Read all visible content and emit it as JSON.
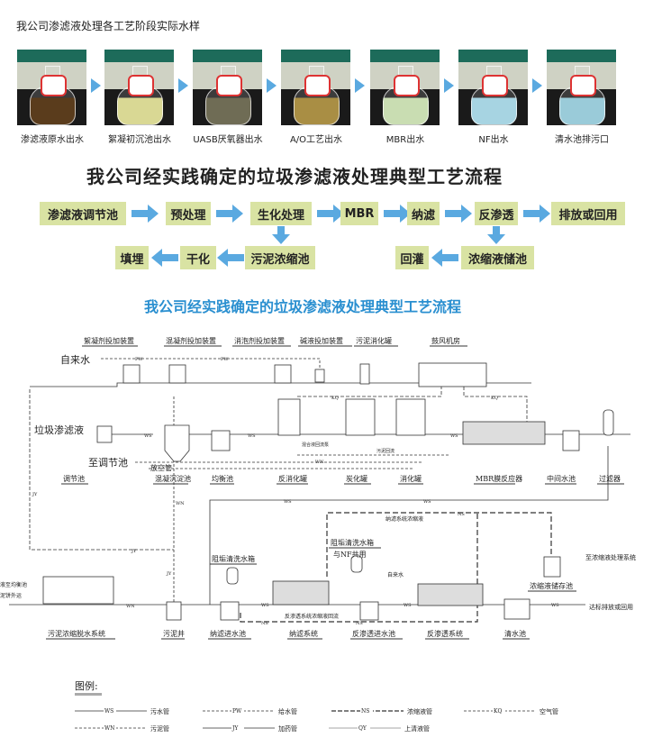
{
  "samples": {
    "title": "我公司渗滤液处理各工艺阶段实际水样",
    "items": [
      {
        "caption": "渗滤液原水出水",
        "liquid": "#5a3c1c"
      },
      {
        "caption": "絮凝初沉池出水",
        "liquid": "#d9d894"
      },
      {
        "caption": "UASB厌氧器出水",
        "liquid": "#6f6c55"
      },
      {
        "caption": "A/O工艺出水",
        "liquid": "#a98e44"
      },
      {
        "caption": "MBR出水",
        "liquid": "#c9ddb2"
      },
      {
        "caption": "NF出水",
        "liquid": "#a7d4e2"
      },
      {
        "caption": "清水池排污口",
        "liquid": "#9acbd9"
      }
    ]
  },
  "flow": {
    "title": "我公司经实践确定的垃圾渗滤液处理典型工艺流程",
    "row1": [
      "渗滤液调节池",
      "预处理",
      "生化处理",
      "MBR",
      "纳滤",
      "反渗透",
      "排放或回用"
    ],
    "row2_left": [
      "填埋",
      "干化",
      "污泥浓缩池"
    ],
    "row2_right": [
      "回灌",
      "浓缩液储池"
    ],
    "box_color": "#d9e3a3",
    "arrow_color": "#5aa9e0"
  },
  "diagram": {
    "title": "我公司经实践确定的垃圾渗滤液处理典型工艺流程",
    "top_labels": [
      "絮凝剂投加装置",
      "混凝剂投加装置",
      "消泡剂投加装置",
      "碱液投加装置",
      "污泥消化罐",
      "鼓风机房"
    ],
    "inputs": {
      "tap_water": "自来水",
      "leachate": "垃圾渗滤液",
      "to_regulating": "至调节池",
      "vent_pipe": "放空管"
    },
    "upper_labels": [
      "调节池",
      "混凝沉淀池",
      "均衡池",
      "反消化罐",
      "炭化罐",
      "消化罐",
      "MBR膜反应器",
      "中间水池",
      "过滤器"
    ],
    "lower_labels": [
      "污泥浓缩脱水系统",
      "污泥井",
      "纳滤进水池",
      "纳滤系统",
      "反渗透进水池",
      "反渗透系统",
      "清水池"
    ],
    "notes": {
      "nf_concentrate": "纳滤系统浓缩液",
      "ro_reflux": "反渗透系统浓缩液回流",
      "scale_tank_1": "阻垢清洗水箱",
      "scale_tank_2": "阻垢清洗水箱",
      "shared_nf": "与NF共用",
      "tap_water_v": "自来水",
      "to_concentrate_sys": "至浓缩液处理系统",
      "concentrate_tank": "浓缩液储存池",
      "discharge": "达标排放或回用",
      "liquid_to_balance": "液至均衡池",
      "cake_out": "泥饼外运",
      "sludge_reflux": "污泥回流",
      "mix_pump": "混合液回流泵"
    },
    "pipe_codes": {
      "ws": "WS",
      "pw": "PW",
      "ns": "NS",
      "kq": "KQ",
      "wn": "WN",
      "jy": "JY"
    }
  },
  "legend": {
    "title": "图例:",
    "items": [
      {
        "code": "WS",
        "label": "污水管"
      },
      {
        "code": "PW",
        "label": "给水管"
      },
      {
        "code": "NS",
        "label": "浓缩液管"
      },
      {
        "code": "KQ",
        "label": "空气管"
      },
      {
        "code": "WN",
        "label": "污泥管"
      },
      {
        "code": "JY",
        "label": "加药管"
      },
      {
        "code": "QY",
        "label": "上清液管"
      }
    ]
  }
}
